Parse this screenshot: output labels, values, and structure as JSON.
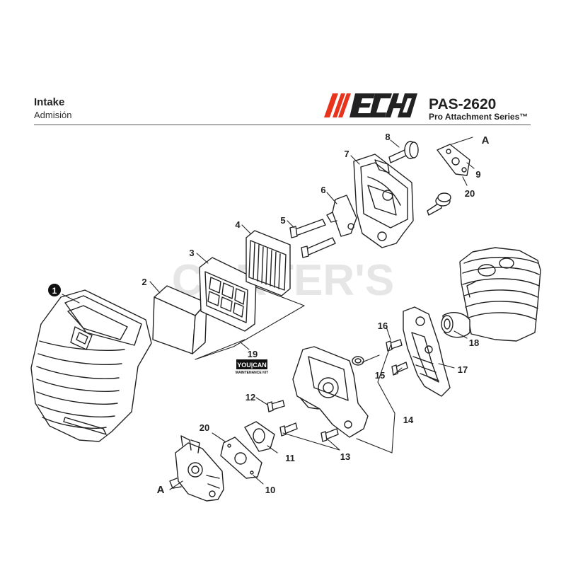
{
  "header": {
    "title": "Intake",
    "subtitle": "Admisión",
    "brand": "ECHO",
    "model": "PAS-2620",
    "series": "Pro Attachment Series™"
  },
  "watermark": "CARTER'S",
  "kit_badge": {
    "line1": "YOU|CAN",
    "line2": "MAINTENANCE KIT"
  },
  "callouts": {
    "c1": "1",
    "c2": "2",
    "c3": "3",
    "c4": "4",
    "c5": "5",
    "c6": "6",
    "c7": "7",
    "c8": "8",
    "c9": "9",
    "c10": "10",
    "c11": "11",
    "c12": "12",
    "c13": "13",
    "c14": "14",
    "c15": "15",
    "c16": "16",
    "c17": "17",
    "c18": "18",
    "c19": "19",
    "c20a": "20",
    "c20b": "20",
    "cA1": "A",
    "cA2": "A"
  },
  "colors": {
    "line": "#222222",
    "brand_red": "#e8341c",
    "watermark": "#e6e6e6"
  }
}
